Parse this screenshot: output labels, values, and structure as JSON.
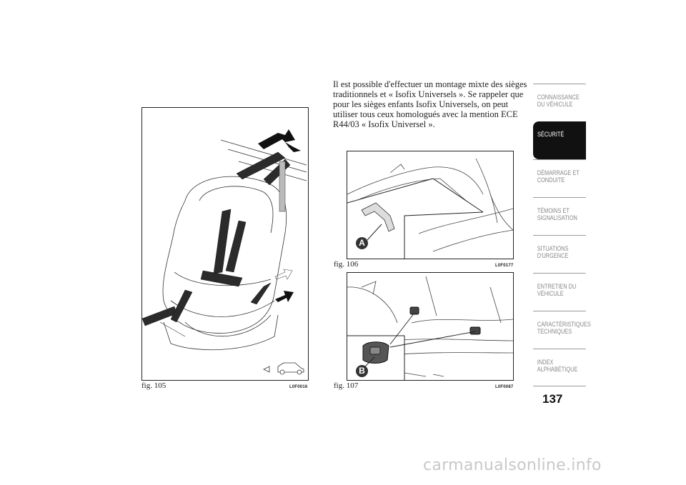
{
  "body_text": "Il est possible d'effectuer un montage mixte des sièges traditionnels et « Isofix Universels ». Se rappeler que pour les sièges enfants Isofix Universels, on peut utiliser tous ceux homologués avec la mention ECE R44/03 « Isofix Universel ».",
  "figures": {
    "fig105": {
      "caption": "fig. 105",
      "code": "L0F0016"
    },
    "fig106": {
      "caption": "fig. 106",
      "code": "L0F0177",
      "callout": "A"
    },
    "fig107": {
      "caption": "fig. 107",
      "code": "L0F0087",
      "callout": "B"
    }
  },
  "sidebar": {
    "items": [
      {
        "label": "CONNAISSANCE DU VÉHICULE",
        "active": false
      },
      {
        "label": "SÉCURITÉ",
        "active": true
      },
      {
        "label": "DÉMARRAGE ET CONDUITE",
        "active": false
      },
      {
        "label": "TÉMOINS ET SIGNALISATION",
        "active": false
      },
      {
        "label": "SITUATIONS D'URGENCE",
        "active": false
      },
      {
        "label": "ENTRETIEN DU VÉHICULE",
        "active": false
      },
      {
        "label": "CARACTÉRISTIQUES TECHNIQUES",
        "active": false
      },
      {
        "label": "INDEX ALPHABÉTIQUE",
        "active": false
      }
    ]
  },
  "page_number": "137",
  "watermark": "carmanualsonline.info",
  "colors": {
    "accent": "#111111",
    "text": "#222222",
    "tab_text": "#888888",
    "watermark": "#c8c8c8"
  }
}
